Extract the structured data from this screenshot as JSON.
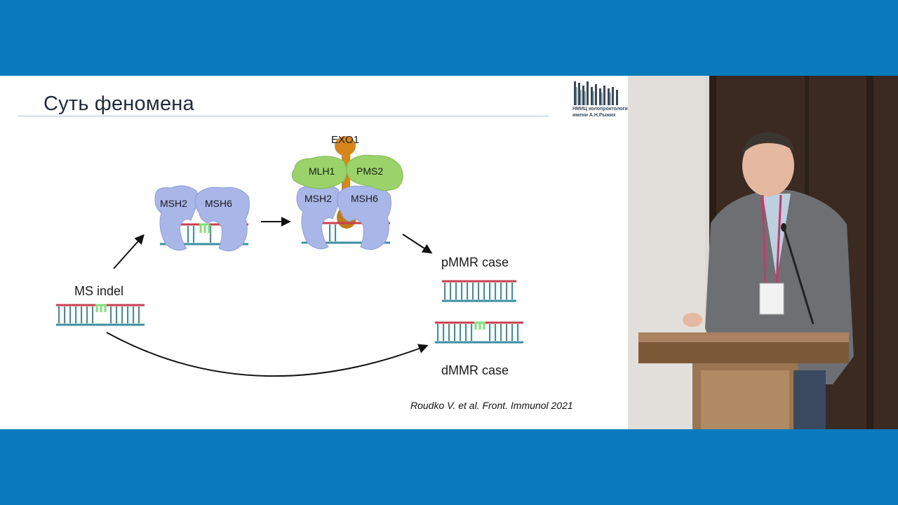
{
  "slide": {
    "title": "Суть феномена",
    "logo": {
      "line1": "НМИЦ колопроктологии",
      "line2": "имени А.Н.Рыжих"
    },
    "diagram": {
      "ms_indel_label": "MS indel",
      "exo1_label": "EXO1",
      "msh2_label_1": "MSH2",
      "msh6_label_1": "MSH6",
      "mlh1_label": "MLH1",
      "pms2_label": "PMS2",
      "msh2_label_2": "MSH2",
      "msh6_label_2": "MSH6",
      "pmmr_label": "pMMR case",
      "dmmr_label": "dMMR case"
    },
    "citation": "Roudko V. et al. Front. Immunol 2021"
  },
  "colors": {
    "band": "#0a7bbd",
    "dna_top": "#c8404e",
    "dna_bottom": "#3a8fa0",
    "mismatch": "#7fe07a",
    "protein_blue": "#a9b6e8",
    "protein_green": "#9bd26a",
    "exo1_orange": "#d7861c"
  }
}
